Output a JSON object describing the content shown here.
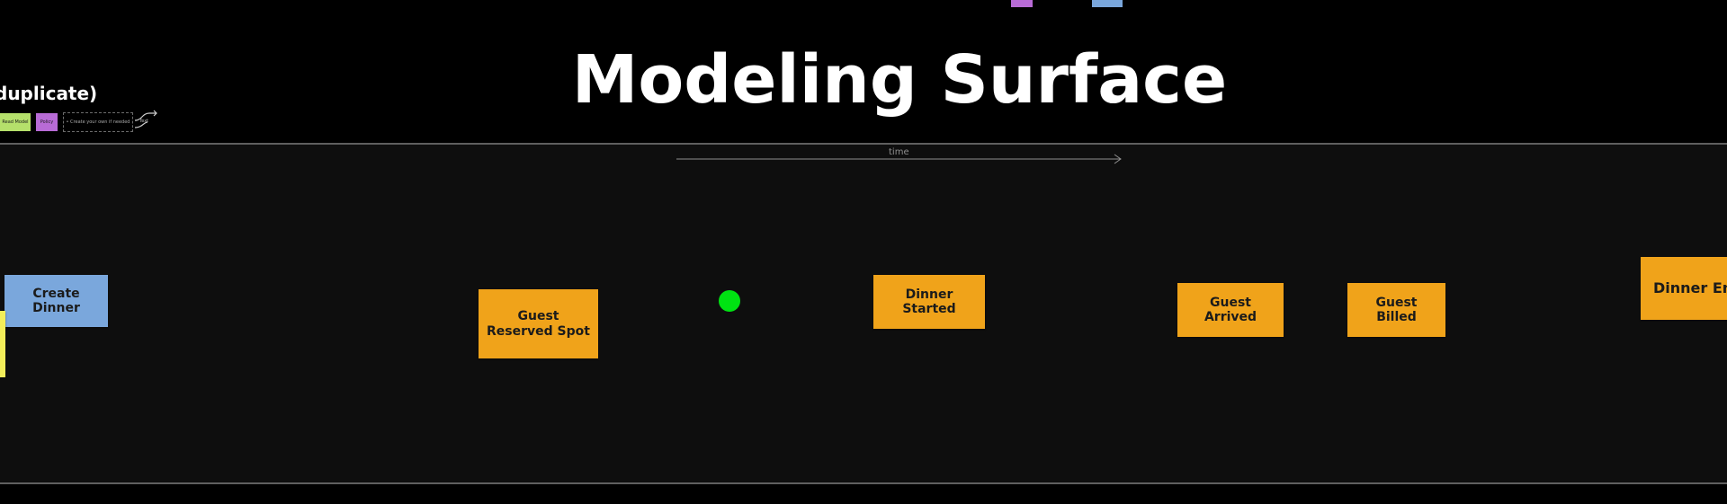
{
  "heading": {
    "title": "Modeling Surface"
  },
  "legend": {
    "title": "duplicate)",
    "chip_read": "Read Model",
    "chip_policy": "Policy",
    "note_text": "• Create your own if needed",
    "arrows_label": "Text"
  },
  "timeline": {
    "label": "time"
  },
  "stickies": {
    "create_dinner": "Create Dinner",
    "guest_reserved_spot": "Guest Reserved Spot",
    "dinner_started": "Dinner Started",
    "guest_arrived": "Guest Arrived",
    "guest_billed": "Guest Billed",
    "dinner_ended": "Dinner End"
  },
  "colors": {
    "command": "#7aa7dc",
    "event": "#f0a31a",
    "read_model": "#b5e06b",
    "policy": "#b86bd6",
    "actor": "#f3ee5a",
    "marker": "#00e312",
    "background": "#000000",
    "surface": "#0e0e0e"
  }
}
